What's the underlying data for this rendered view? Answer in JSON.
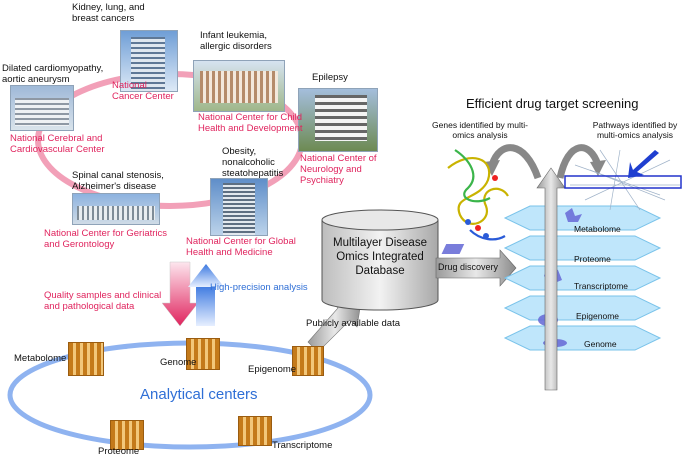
{
  "centers": {
    "cancer": {
      "disease": "Kidney, lung, and breast cancers",
      "name": "National Cancer Center"
    },
    "child": {
      "disease": "Infant leukemia, allergic disorders",
      "name": "National Center for Child Health and Development"
    },
    "cardio": {
      "disease": "Dilated cardiomyopathy, aortic aneurysm",
      "name": "National Cerebral and Cardiovascular Center"
    },
    "neuro": {
      "disease": "Epilepsy",
      "name": "National Center of Neurology and Psychiatry"
    },
    "geriatrics": {
      "disease": "Spinal canal stenosis, Alzheimer's disease",
      "name": "National Center for Geriatrics and Gerontology"
    },
    "global": {
      "disease": "Obesity, nonalcoholic steatohepatitis",
      "name": "National Center for Global Health and Medicine"
    }
  },
  "arrows": {
    "quality": "Quality samples and clinical and pathological data",
    "precision": "High-precision analysis",
    "public": "Publicly available data",
    "discovery": "Drug discovery"
  },
  "database": {
    "line1": "Multilayer Disease",
    "line2": "Omics  Integrated",
    "line3": "Database"
  },
  "analytical": {
    "title": "Analytical centers",
    "sites": {
      "metabolome": "Metabolome",
      "genome": "Genome",
      "epigenome": "Epigenome",
      "proteome": "Proteome",
      "transcriptome": "Transcriptome"
    }
  },
  "screening": {
    "title": "Efficient drug target screening",
    "genes": "Genes identified by multi-omics analysis",
    "pathways": "Pathways identified by multi-omics analysis",
    "layers": [
      "Metabolome",
      "Proteome",
      "Transcriptome",
      "Epigenome",
      "Genome"
    ]
  },
  "colors": {
    "accent_red": "#e0245e",
    "accent_blue": "#2f6fd6",
    "ring_pink": "#f2a0b8",
    "ring_blue": "#8fb3f0",
    "layer_fill": "#bfe6fb",
    "layer_shape": "#6b6fd8"
  }
}
